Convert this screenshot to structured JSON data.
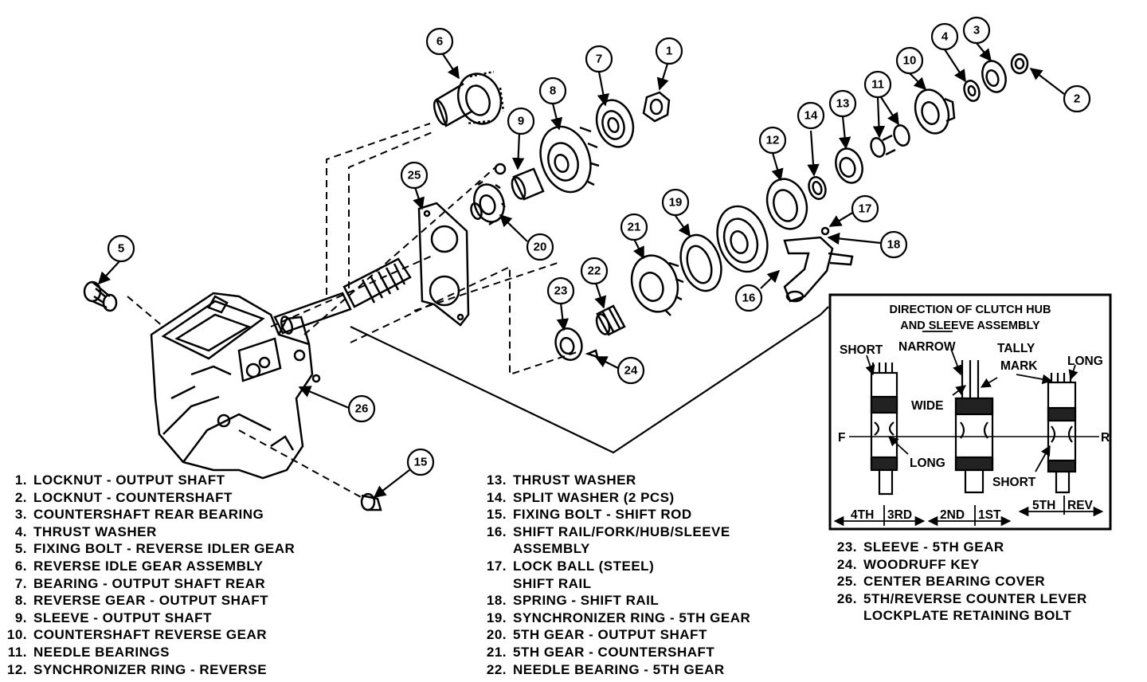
{
  "callouts": [
    {
      "n": "1"
    },
    {
      "n": "2"
    },
    {
      "n": "3"
    },
    {
      "n": "4"
    },
    {
      "n": "5"
    },
    {
      "n": "6"
    },
    {
      "n": "7"
    },
    {
      "n": "8"
    },
    {
      "n": "9"
    },
    {
      "n": "10"
    },
    {
      "n": "11"
    },
    {
      "n": "12"
    },
    {
      "n": "13"
    },
    {
      "n": "14"
    },
    {
      "n": "15"
    },
    {
      "n": "16"
    },
    {
      "n": "17"
    },
    {
      "n": "18"
    },
    {
      "n": "19"
    },
    {
      "n": "20"
    },
    {
      "n": "21"
    },
    {
      "n": "22"
    },
    {
      "n": "23"
    },
    {
      "n": "24"
    },
    {
      "n": "25"
    },
    {
      "n": "26"
    }
  ],
  "inset": {
    "title_line1": "DIRECTION OF CLUTCH HUB",
    "title_line2": "AND SLEEVE ASSEMBLY",
    "short_left": "SHORT",
    "narrow": "NARROW",
    "tally": "TALLY",
    "mark": "MARK",
    "long_right": "LONG",
    "wide": "WIDE",
    "f": "F",
    "r": "R",
    "long_mid": "LONG",
    "short_mid": "SHORT",
    "gear_4th": "4TH",
    "gear_3rd": "3RD",
    "gear_2nd": "2ND",
    "gear_1st": "1ST",
    "gear_5th": "5TH",
    "gear_rev": "REV"
  },
  "legend_left": [
    {
      "num": "1.",
      "text": "LOCKNUT  -  OUTPUT SHAFT"
    },
    {
      "num": "2.",
      "text": "LOCKNUT  -  COUNTERSHAFT"
    },
    {
      "num": "3.",
      "text": "COUNTERSHAFT REAR BEARING"
    },
    {
      "num": "4.",
      "text": "THRUST WASHER"
    },
    {
      "num": "5.",
      "text": "FIXING BOLT  -  REVERSE IDLER GEAR"
    },
    {
      "num": "6.",
      "text": "REVERSE IDLE GEAR ASSEMBLY"
    },
    {
      "num": "7.",
      "text": "BEARING  -  OUTPUT SHAFT REAR"
    },
    {
      "num": "8.",
      "text": "REVERSE GEAR  -  OUTPUT SHAFT"
    },
    {
      "num": "9.",
      "text": "SLEEVE  -  OUTPUT SHAFT"
    },
    {
      "num": "10.",
      "text": "COUNTERSHAFT REVERSE GEAR"
    },
    {
      "num": "11.",
      "text": "NEEDLE BEARINGS"
    },
    {
      "num": "12.",
      "text": "SYNCHRONIZER RING  -  REVERSE"
    }
  ],
  "legend_mid": [
    {
      "num": "13.",
      "text": "THRUST WASHER"
    },
    {
      "num": "14.",
      "text": "SPLIT WASHER (2 PCS)"
    },
    {
      "num": "15.",
      "text": "FIXING BOLT  -  SHIFT ROD"
    },
    {
      "num": "16.",
      "text": "SHIFT RAIL/FORK/HUB/SLEEVE"
    },
    {
      "num": "",
      "text": "ASSEMBLY"
    },
    {
      "num": "17.",
      "text": "LOCK BALL (STEEL)"
    },
    {
      "num": "",
      "text": "SHIFT RAIL"
    },
    {
      "num": "18.",
      "text": "SPRING  -  SHIFT RAIL"
    },
    {
      "num": "19.",
      "text": "SYNCHRONIZER RING  -  5TH GEAR"
    },
    {
      "num": "20.",
      "text": "5TH GEAR  -  OUTPUT SHAFT"
    },
    {
      "num": "21.",
      "text": "5TH GEAR  -  COUNTERSHAFT"
    },
    {
      "num": "22.",
      "text": "NEEDLE BEARING  -  5TH GEAR"
    }
  ],
  "legend_right": [
    {
      "num": "23.",
      "text": "SLEEVE  -  5TH GEAR"
    },
    {
      "num": "24.",
      "text": "WOODRUFF KEY"
    },
    {
      "num": "25.",
      "text": "CENTER BEARING COVER"
    },
    {
      "num": "26.",
      "text": "5TH/REVERSE COUNTER LEVER"
    },
    {
      "num": "",
      "text": "LOCKPLATE RETAINING BOLT"
    }
  ]
}
